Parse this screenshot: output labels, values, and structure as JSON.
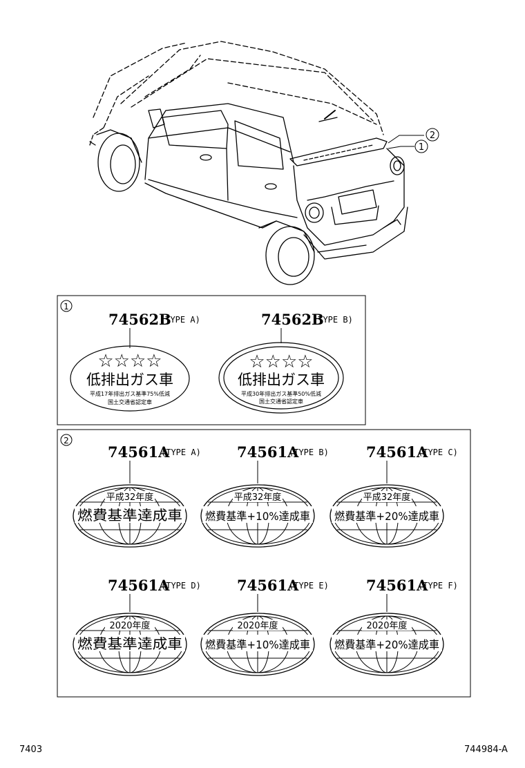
{
  "callouts": [
    "1",
    "2"
  ],
  "box1": {
    "marker": "1",
    "labels": [
      {
        "part": "74562B",
        "type": "(TYPE A)",
        "star_text": "☆☆☆☆",
        "main_text": "低排出ガス車",
        "sub1": "平成17年排出ガス基準75%低減",
        "sub2": "国土交通省認定車"
      },
      {
        "part": "74562B",
        "type": "(TYPE B)",
        "star_text": "☆☆☆☆",
        "main_text": "低排出ガス車",
        "sub1": "平成30年排出ガス基準50%低減",
        "sub2": "国土交通省認定車"
      }
    ]
  },
  "box2": {
    "marker": "2",
    "labels": [
      {
        "part": "74561A",
        "type": "(TYPE A)",
        "year": "平成32年度",
        "main_text": "燃費基準達成車"
      },
      {
        "part": "74561A",
        "type": "(TYPE B)",
        "year": "平成32年度",
        "main_text": "燃費基準+10%達成車"
      },
      {
        "part": "74561A",
        "type": "(TYPE C)",
        "year": "平成32年度",
        "main_text": "燃費基準+20%達成車"
      },
      {
        "part": "74561A",
        "type": "(TYPE D)",
        "year": "2020年度",
        "main_text": "燃費基準達成車"
      },
      {
        "part": "74561A",
        "type": "(TYPE E)",
        "year": "2020年度",
        "main_text": "燃費基準+10%達成車"
      },
      {
        "part": "74561A",
        "type": "(TYPE F)",
        "year": "2020年度",
        "main_text": "燃費基準+20%達成車"
      }
    ]
  },
  "footer": {
    "left": "7403",
    "right": "744984-A"
  }
}
